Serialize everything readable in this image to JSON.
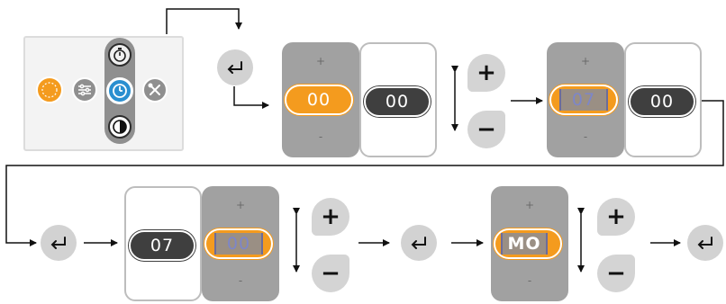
{
  "colors": {
    "accent": "#f49b1e",
    "dark": "#3f3f3f",
    "grey_panel": "#a1a1a1",
    "button": "#d2d2d2",
    "clock": "#2a8fd0"
  },
  "menu": {
    "icons": [
      "brightness-icon",
      "settings-sliders-icon",
      "clock-icon",
      "tools-icon",
      "timer-icon",
      "contrast-icon"
    ],
    "selected": "clock-icon"
  },
  "symbols": {
    "plus": "+",
    "minus": "-",
    "plus_button": "+",
    "minus_button": "−"
  },
  "steps": [
    {
      "hours": "00",
      "minutes": "00",
      "active": "hours"
    },
    {
      "hours": "07",
      "minutes": "00",
      "active": "hours",
      "cursor": true
    },
    {
      "hours": "07",
      "minutes": "00",
      "active": "minutes",
      "cursor": true
    },
    {
      "mode": "MO",
      "active": "mode",
      "cursor": true
    }
  ]
}
